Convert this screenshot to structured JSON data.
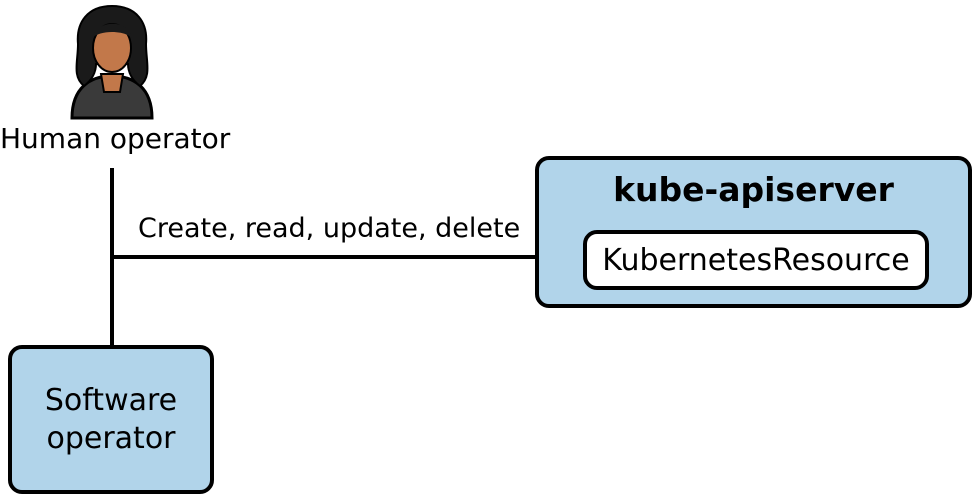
{
  "human_operator": {
    "label": "Human operator",
    "icon": "person-icon",
    "colors": {
      "hair": "#1a1a1a",
      "skin": "#c2784a",
      "clothing": "#3a3a3a"
    }
  },
  "edge": {
    "label": "Create, read, update, delete"
  },
  "software_operator": {
    "label_line1": "Software",
    "label_line2": "operator"
  },
  "kube_apiserver": {
    "title": "kube-apiserver",
    "resource": "KubernetesResource"
  },
  "colors": {
    "box_fill": "#b1d4ea",
    "stroke": "#000000",
    "resource_fill": "#ffffff"
  }
}
